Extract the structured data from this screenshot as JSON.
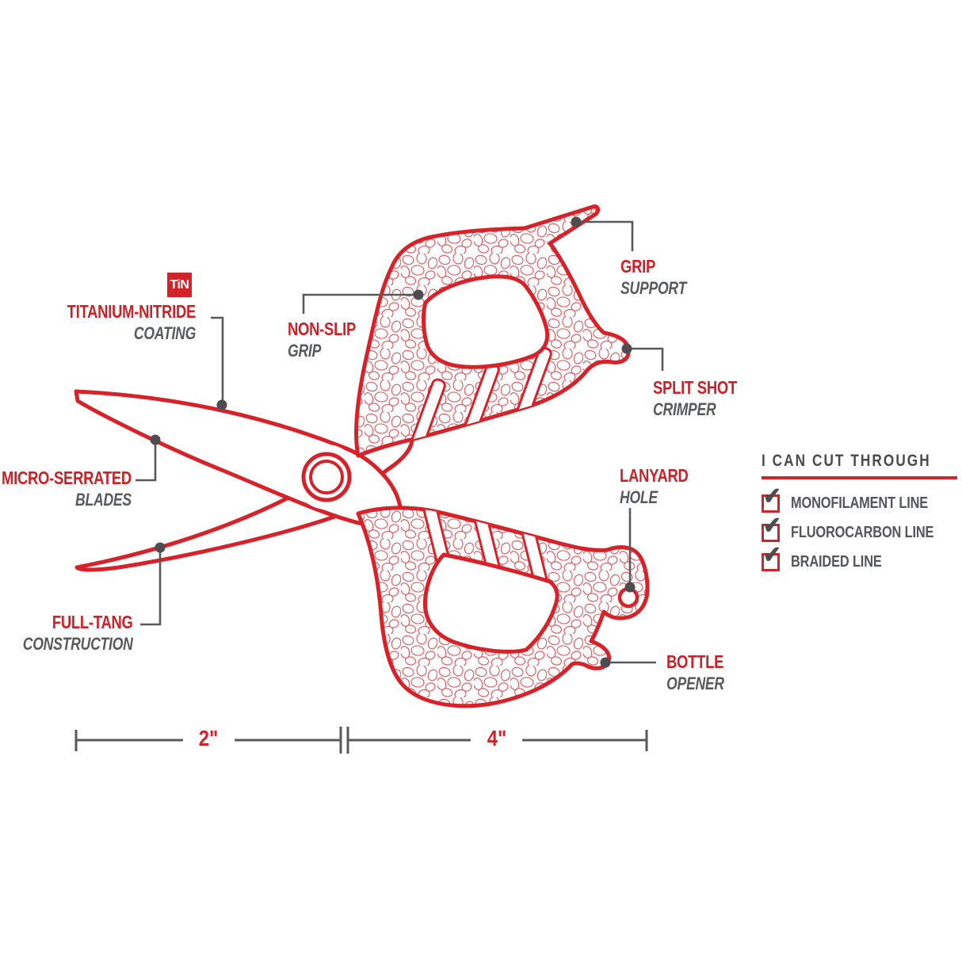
{
  "colors": {
    "red": "#d2232a",
    "stroke_red": "#d7222a",
    "text_red": "#ce2127",
    "gray": "#58595b",
    "dark_gray": "#4a4a4c",
    "dot": "#4d4d4f",
    "background": "#ffffff"
  },
  "badge": {
    "label": "TiN"
  },
  "callouts": {
    "titanium_nitride": {
      "title": "TITANIUM-NITRIDE",
      "subtitle": "COATING"
    },
    "non_slip": {
      "title": "NON-SLIP",
      "subtitle": "GRIP"
    },
    "grip_support": {
      "title": "GRIP",
      "subtitle": "SUPPORT"
    },
    "split_shot": {
      "title": "SPLIT SHOT",
      "subtitle": "CRIMPER"
    },
    "micro_serrated": {
      "title": "MICRO-SERRATED",
      "subtitle": "BLADES"
    },
    "full_tang": {
      "title": "FULL-TANG",
      "subtitle": "CONSTRUCTION"
    },
    "lanyard": {
      "title": "LANYARD",
      "subtitle": "HOLE"
    },
    "bottle": {
      "title": "BOTTLE",
      "subtitle": "OPENER"
    }
  },
  "cut_list": {
    "title": "I CAN CUT THROUGH",
    "items": [
      {
        "label": "MONOFILAMENT LINE",
        "checked": true
      },
      {
        "label": "FLUOROCARBON LINE",
        "checked": true
      },
      {
        "label": "BRAIDED LINE",
        "checked": true
      }
    ]
  },
  "dimensions": {
    "blade_length": "2\"",
    "handle_length": "4\""
  },
  "icons": {
    "checkmark": "✔"
  }
}
